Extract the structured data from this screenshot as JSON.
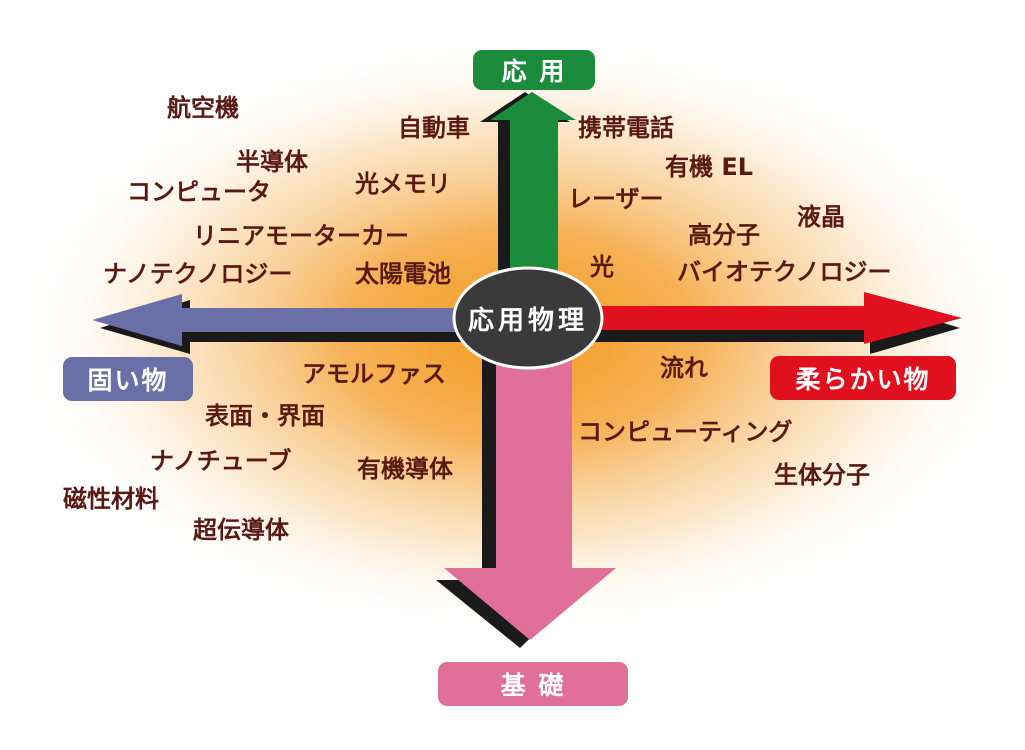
{
  "center_label": "応用物理",
  "axes": {
    "top": "応 用",
    "bottom": "基 礎",
    "left": "固い物",
    "right": "柔らかい物"
  },
  "colors": {
    "up_arrow": "#1a8c3c",
    "down_arrow": "#e07098",
    "left_arrow": "#6a6fa8",
    "right_arrow": "#e0101f",
    "center_ellipse": "#3a3a3a",
    "glow": "#f39a1c",
    "term_text": "#5a1a14"
  },
  "terms": [
    "航空機",
    "自動車",
    "携帯電話",
    "半導体",
    "光メモリ",
    "有機 EL",
    "コンピュータ",
    "レーザー",
    "液晶",
    "高分子",
    "リニアモーターカー",
    "ナノテクノロジー",
    "太陽電池",
    "光",
    "バイオテクノロジー",
    "アモルファス",
    "流れ",
    "表面・界面",
    "コンピューティング",
    "ナノチューブ",
    "有機導体",
    "生体分子",
    "磁性材料",
    "超伝導体"
  ]
}
